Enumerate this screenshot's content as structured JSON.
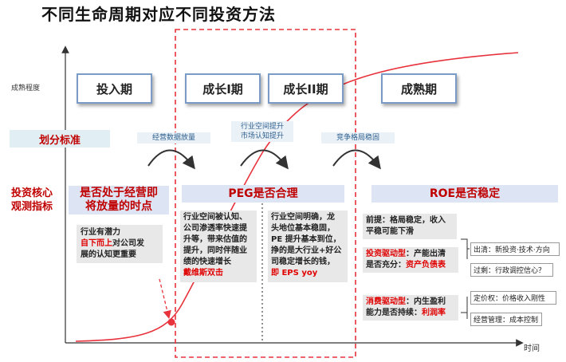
{
  "title": "不同生命周期对应不同投资方法",
  "axes": {
    "y_label": "成熟程度",
    "x_label": "时间"
  },
  "stages": [
    "投入期",
    "成长I期",
    "成长II期",
    "成熟期"
  ],
  "criteria_label": "划分标准",
  "transitions": {
    "t1": "经营数据放量",
    "t2_line1": "行业空间提升",
    "t2_line2": "市场认知提升",
    "t3": "竞争格局稳固"
  },
  "indicator_label_line1": "投资核心",
  "indicator_label_line2": "观测指标",
  "intro": {
    "header_line1": "是否处于经营即",
    "header_line2": "将放量的时点",
    "body_line1": "行业有潜力",
    "body_red": "自下而上",
    "body_after_red": "对公司发",
    "body_line3": "展的认知更重要"
  },
  "growth": {
    "header": "PEG是否合理",
    "left_l1": "行业空间被认知、",
    "left_l2": "公司渗透率快速提",
    "left_l3": "升等，带来估值的",
    "left_l4": "提升，同时伴随业",
    "left_l5": "绩的快速增长",
    "left_red": "戴维斯双击",
    "right_l1": "行业空间明确，龙",
    "right_l2": "头地位基本稳固，",
    "right_l3": "PE 提升基本到位，",
    "right_l4": "挣的是大行业+好公",
    "right_l5": "司稳定增长的钱，",
    "right_red": "即 EPS yoy"
  },
  "mature": {
    "header": "ROE是否稳定",
    "premise_l1": "前提：格局稳定，收入",
    "premise_l2": "平稳可能下滑",
    "inv_red": "投资驱动型",
    "inv_after": "：产能出清",
    "inv_l2_before": "是否充分：",
    "inv_l2_red": "资产负债表",
    "cons_red": "消费驱动型",
    "cons_after": "：内生盈利",
    "cons_l2_before": "能力是否持续：",
    "cons_l2_red": "利润率",
    "outcomes": [
      "出清：新投资·技术·方向",
      "过剩：行政调控信心？",
      "定价权：价格收入刚性",
      "经营管理：成本控制"
    ]
  },
  "colors": {
    "accent_red": "#c00000",
    "curve": "#e8323c",
    "box_border": "#7b9bc7"
  }
}
